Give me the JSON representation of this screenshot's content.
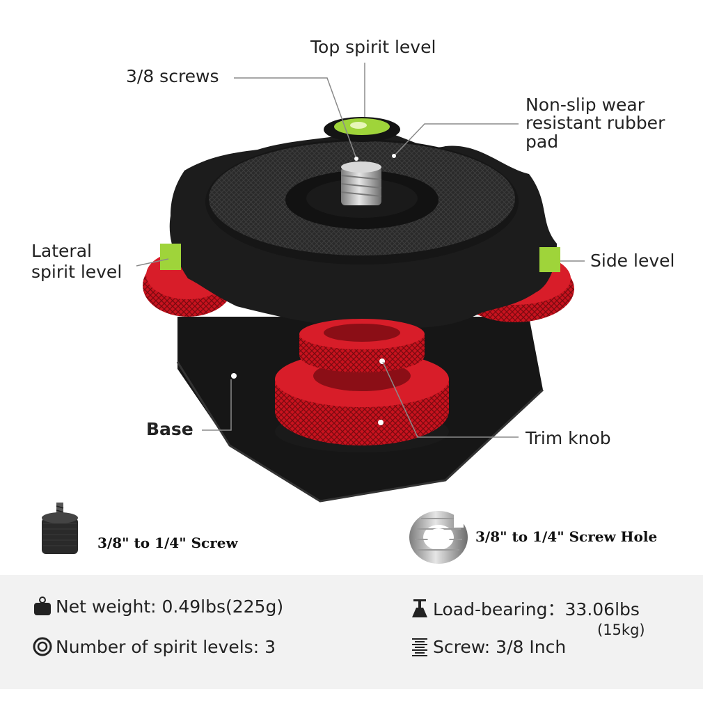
{
  "callouts": {
    "top_spirit_level": "Top spirit level",
    "screws": "3/8 screws",
    "rubber_pad_line1": "Non-slip wear",
    "rubber_pad_line2": "resistant rubber",
    "rubber_pad_line3": "pad",
    "lateral_line1": "Lateral",
    "lateral_line2": "spirit level",
    "side_level": "Side level",
    "base": "Base",
    "trim_knob": "Trim knob"
  },
  "accessories": {
    "adapter_screw": "3/8\" to 1/4\" Screw",
    "adapter_hole": "3/8\" to 1/4\" Screw Hole"
  },
  "specs": {
    "net_weight": "Net weight: 0.49lbs(225g)",
    "load_bearing": "Load-bearing：33.06lbs",
    "load_bearing_kg": "(15kg)",
    "spirit_levels": "Number of spirit levels: 3",
    "screw": "Screw: 3/8 Inch"
  },
  "colors": {
    "knob_red": "#c8121e",
    "body_black": "#1b1b1b",
    "bubble_green": "#9fd43a",
    "brass": "#c9803e",
    "callout_line": "#8a8a8a",
    "spec_bg": "#f2f2f2"
  },
  "icons": [
    "weight-icon",
    "load-bearing-icon",
    "spirit-level-ring-icon",
    "screw-spring-icon"
  ]
}
